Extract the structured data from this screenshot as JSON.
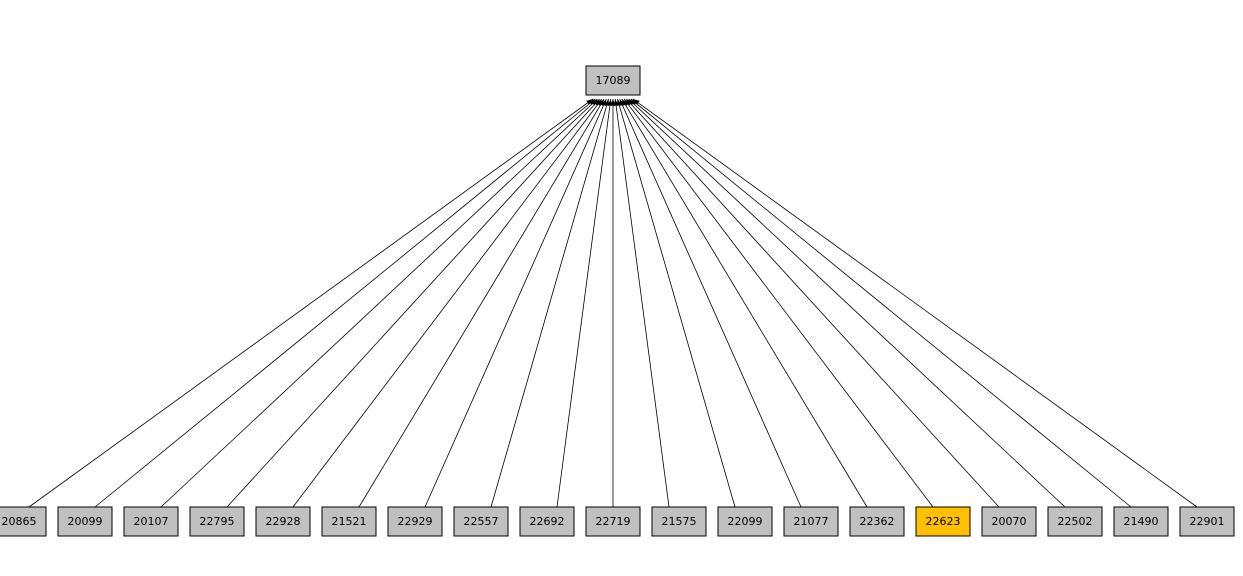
{
  "diagram": {
    "type": "tree",
    "colors": {
      "node_fill": "#c0c0c0",
      "highlight_fill": "#ffc000",
      "edge": "#000000"
    },
    "root": {
      "label": "17089"
    },
    "children": [
      {
        "label": "20865",
        "highlighted": false
      },
      {
        "label": "20099",
        "highlighted": false
      },
      {
        "label": "20107",
        "highlighted": false
      },
      {
        "label": "22795",
        "highlighted": false
      },
      {
        "label": "22928",
        "highlighted": false
      },
      {
        "label": "21521",
        "highlighted": false
      },
      {
        "label": "22929",
        "highlighted": false
      },
      {
        "label": "22557",
        "highlighted": false
      },
      {
        "label": "22692",
        "highlighted": false
      },
      {
        "label": "22719",
        "highlighted": false
      },
      {
        "label": "21575",
        "highlighted": false
      },
      {
        "label": "22099",
        "highlighted": false
      },
      {
        "label": "21077",
        "highlighted": false
      },
      {
        "label": "22362",
        "highlighted": false
      },
      {
        "label": "22623",
        "highlighted": true
      },
      {
        "label": "20070",
        "highlighted": false
      },
      {
        "label": "22502",
        "highlighted": false
      },
      {
        "label": "21490",
        "highlighted": false
      },
      {
        "label": "22901",
        "highlighted": false
      }
    ]
  }
}
